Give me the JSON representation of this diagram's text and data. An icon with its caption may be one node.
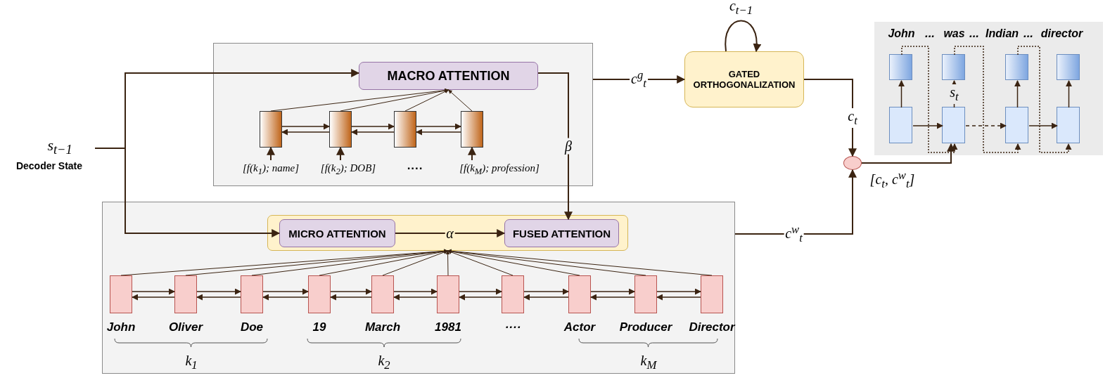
{
  "diagram": {
    "nodes": [
      {
        "text": [],
        "shape": "box"
      },
      {
        "text": [
          "MACRO ATTENTION"
        ],
        "in": 0
      },
      {
        "text": [],
        "shape": "box",
        "in": 0
      },
      {
        "text": [],
        "shape": "box",
        "in": 0
      },
      {
        "text": [],
        "shape": "box",
        "in": 0
      },
      {
        "text": [],
        "shape": "box",
        "in": 0
      },
      {
        "text": [
          "[f(k$_{1}$); name]"
        ],
        "in": 0
      },
      {
        "text": [
          "[f(k$_{2}$); DOB]"
        ],
        "in": 0
      },
      {
        "text": [
          "[f(k$_{M}$); profession]"
        ],
        "in": 0
      },
      {
        "text": [
          "s$_{t−1}$",
          "Decoder State"
        ]
      },
      {
        "text": [],
        "shape": "box"
      },
      {
        "text": [],
        "shape": "box",
        "in": 10
      },
      {
        "text": [
          "MICRO ATTENTION"
        ],
        "in": 11
      },
      {
        "text": [
          "FUSED ATTENTION"
        ],
        "in": 11
      },
      {
        "text": [],
        "shape": "box",
        "in": 10,
        "beside": [
          "John"
        ]
      },
      {
        "text": [],
        "shape": "box",
        "in": 10,
        "beside": [
          "Oliver"
        ]
      },
      {
        "text": [],
        "shape": "box",
        "in": 10,
        "beside": [
          "Doe"
        ]
      },
      {
        "text": [],
        "shape": "box",
        "in": 10,
        "beside": [
          "19"
        ]
      },
      {
        "text": [],
        "shape": "box",
        "in": 10,
        "beside": [
          "March"
        ]
      },
      {
        "text": [],
        "shape": "box",
        "in": 10,
        "beside": [
          "1981"
        ]
      },
      {
        "text": [],
        "shape": "box",
        "in": 10,
        "beside": [
          "····"
        ]
      },
      {
        "text": [],
        "shape": "box",
        "in": 10,
        "beside": [
          "Actor"
        ]
      },
      {
        "text": [],
        "shape": "box",
        "in": 10,
        "beside": [
          "Producer"
        ]
      },
      {
        "text": [],
        "shape": "box",
        "in": 10,
        "beside": [
          "Director"
        ]
      },
      {
        "text": [
          "GATED ORTHOGONALIZATION"
        ]
      },
      {
        "text": [],
        "shape": "circle"
      },
      {
        "text": [],
        "shape": "box"
      },
      {
        "text": [],
        "shape": "box",
        "in": 26,
        "beside": [
          "John"
        ]
      },
      {
        "text": [],
        "shape": "box",
        "in": 26,
        "beside": [
          "was"
        ]
      },
      {
        "text": [],
        "shape": "box",
        "in": 26,
        "beside": [
          "Indian"
        ]
      },
      {
        "text": [],
        "shape": "box",
        "in": 26,
        "beside": [
          "director"
        ]
      },
      {
        "text": [],
        "shape": "box",
        "in": 26
      },
      {
        "text": [],
        "shape": "box",
        "in": 26
      },
      {
        "text": [],
        "shape": "box",
        "in": 26
      },
      {
        "text": [],
        "shape": "box",
        "in": 26
      }
    ],
    "edges": [
      {
        "from": 9,
        "to": 1,
        "arrow": "to"
      },
      {
        "from": 9,
        "to": 12,
        "arrow": "to"
      },
      {
        "from": 2,
        "to": 1,
        "arrow": "to"
      },
      {
        "from": 3,
        "to": 1,
        "arrow": "to"
      },
      {
        "from": 4,
        "to": 1,
        "arrow": "to"
      },
      {
        "from": 5,
        "to": 1,
        "arrow": "to"
      },
      {
        "from": 2,
        "to": 3,
        "arrow": "to"
      },
      {
        "from": 3,
        "to": 2,
        "arrow": "to"
      },
      {
        "from": 3,
        "to": 4,
        "arrow": "to"
      },
      {
        "from": 4,
        "to": 3,
        "arrow": "to"
      },
      {
        "from": 4,
        "to": 5,
        "arrow": "to"
      },
      {
        "from": 5,
        "to": 4,
        "arrow": "to"
      },
      {
        "from": 6,
        "to": 2,
        "arrow": "to"
      },
      {
        "from": 7,
        "to": 3,
        "arrow": "to"
      },
      {
        "from": 8,
        "to": 5,
        "arrow": "to"
      },
      {
        "from": 1,
        "to": 13,
        "arrow": "to",
        "label": "β"
      },
      {
        "from": 12,
        "to": 13,
        "arrow": "to",
        "label": "α"
      },
      {
        "from": 14,
        "to": 11,
        "arrow": "to"
      },
      {
        "from": 15,
        "to": 11,
        "arrow": "to"
      },
      {
        "from": 16,
        "to": 11,
        "arrow": "to"
      },
      {
        "from": 17,
        "to": 11,
        "arrow": "to"
      },
      {
        "from": 18,
        "to": 11,
        "arrow": "to"
      },
      {
        "from": 19,
        "to": 11,
        "arrow": "to"
      },
      {
        "from": 20,
        "to": 11,
        "arrow": "to"
      },
      {
        "from": 21,
        "to": 11,
        "arrow": "to"
      },
      {
        "from": 22,
        "to": 11,
        "arrow": "to"
      },
      {
        "from": 23,
        "to": 11,
        "arrow": "to"
      },
      {
        "from": 14,
        "to": 15,
        "arrow": "to"
      },
      {
        "from": 15,
        "to": 14,
        "arrow": "to"
      },
      {
        "from": 15,
        "to": 16,
        "arrow": "to"
      },
      {
        "from": 16,
        "to": 15,
        "arrow": "to"
      },
      {
        "from": 16,
        "to": 17,
        "arrow": "to"
      },
      {
        "from": 17,
        "to": 16,
        "arrow": "to"
      },
      {
        "from": 17,
        "to": 18,
        "arrow": "to"
      },
      {
        "from": 18,
        "to": 17,
        "arrow": "to"
      },
      {
        "from": 18,
        "to": 19,
        "arrow": "to"
      },
      {
        "from": 19,
        "to": 18,
        "arrow": "to"
      },
      {
        "from": 19,
        "to": 20,
        "arrow": "to"
      },
      {
        "from": 20,
        "to": 19,
        "arrow": "to"
      },
      {
        "from": 20,
        "to": 21,
        "arrow": "to"
      },
      {
        "from": 21,
        "to": 20,
        "arrow": "to"
      },
      {
        "from": 21,
        "to": 22,
        "arrow": "to"
      },
      {
        "from": 22,
        "to": 21,
        "arrow": "to"
      },
      {
        "from": 22,
        "to": 23,
        "arrow": "to"
      },
      {
        "from": 23,
        "to": 22,
        "arrow": "to"
      },
      {
        "from": 0,
        "to": 24,
        "arrow": "to",
        "label": "c$^{g}$$_{t}$"
      },
      {
        "from": 24,
        "to": 24,
        "arrow": "to",
        "label": "c$_{t−1}$"
      },
      {
        "from": 24,
        "to": 25,
        "arrow": "to",
        "label": "c$_{t}$"
      },
      {
        "from": 10,
        "to": 25,
        "arrow": "to",
        "label": "c$^{w}$$_{t}$"
      },
      {
        "from": 25,
        "to": 32,
        "arrow": "to",
        "label": "[c$_{t}$, c$^{w}$$_{t}$]"
      },
      {
        "from": 31,
        "to": 32,
        "arrow": "to"
      },
      {
        "from": 32,
        "to": 33,
        "arrow": "to",
        "style": "dashed"
      },
      {
        "from": 33,
        "to": 34,
        "arrow": "to"
      },
      {
        "from": 31,
        "to": 27,
        "arrow": "to"
      },
      {
        "from": 32,
        "to": 28,
        "arrow": "to",
        "label": "s$_{t}$"
      },
      {
        "from": 33,
        "to": 29,
        "arrow": "to"
      },
      {
        "from": 34,
        "to": 30,
        "arrow": "to"
      },
      {
        "from": 27,
        "to": 32,
        "arrow": "to",
        "style": "dashed"
      },
      {
        "from": 28,
        "to": 33,
        "arrow": "to",
        "style": "dashed"
      },
      {
        "from": 29,
        "to": 34,
        "arrow": "to",
        "style": "dashed"
      }
    ],
    "labels": [
      "...",
      "...",
      "...",
      "····",
      "k$_{1}$",
      "k$_{2}$",
      "k$_{M}$"
    ]
  }
}
